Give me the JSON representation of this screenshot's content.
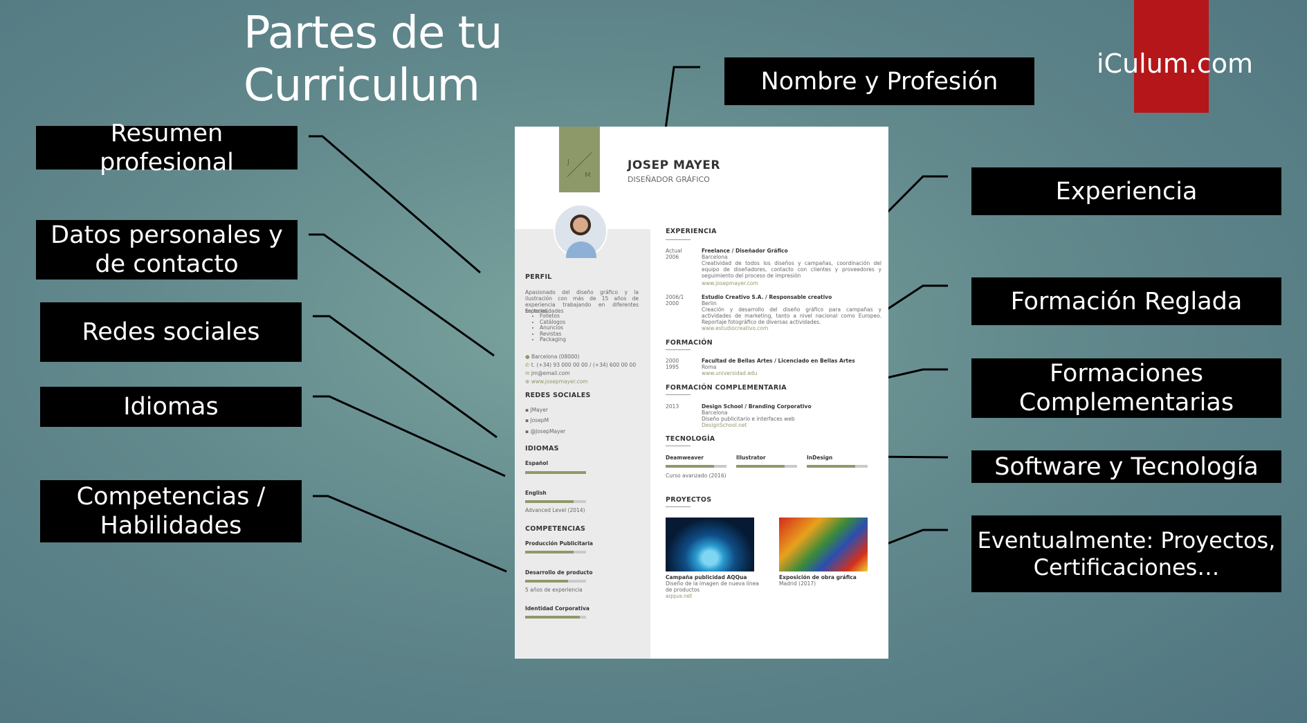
{
  "slide": {
    "title_line1": "Partes de tu",
    "title_line2": "Curriculum",
    "brand": "iCulum.com",
    "colors": {
      "label_bg": "#000000",
      "brand_tab": "#b5161a",
      "cv_accent": "#8e9969"
    }
  },
  "labels": {
    "nombre": "Nombre y Profesión",
    "resumen": "Resumen profesional",
    "datos_l1": "Datos personales y",
    "datos_l2": "de contacto",
    "redes": "Redes sociales",
    "idiomas": "Idiomas",
    "competencias_l1": "Competencias /",
    "competencias_l2": "Habilidades",
    "experiencia": "Experiencia",
    "formacion": "Formación Reglada",
    "complementarias_l1": "Formaciones",
    "complementarias_l2": "Complementarias",
    "software": "Software y Tecnología",
    "proyectos_l1": "Eventualmente: Proyectos,",
    "proyectos_l2": "Certificaciones…"
  },
  "cv": {
    "mono_j": "J",
    "mono_m": "M",
    "name": "JOSEP MAYER",
    "role": "DISEÑADOR GRÁFICO",
    "perfil": {
      "heading": "PERFIL",
      "text": "Apasionado del diseño gráfico y la ilustración con más de 15 años de experiencia trabajando en diferentes sectores.",
      "esp": "Especialidades",
      "items": [
        "Folletos",
        "Catálogos",
        "Anuncios",
        "Revistas",
        "Packaging"
      ]
    },
    "contact": {
      "city": "Barcelona (08000)",
      "phone": "t. (+34) 93 000 00 00 / (+34) 600 00 00",
      "email": "jm@email.com",
      "web": "www.josepmayer.com"
    },
    "redes": {
      "heading": "REDES SOCIALES",
      "items": [
        "JMayer",
        "JosepM",
        "@JosepMayer"
      ]
    },
    "idiomas": {
      "heading": "IDIOMAS",
      "lang1": "Español",
      "lang1_level": 1.0,
      "lang2": "English",
      "lang2_level": 0.8,
      "lang2_note": "Advanced Level (2014)"
    },
    "competencias": {
      "heading": "COMPETENCIAS",
      "c1": "Producción Publicitaria",
      "c1_level": 0.8,
      "c2": "Desarrollo de producto",
      "c2_level": 0.7,
      "c2_note": "5 años de experiencia",
      "c3": "Identidad Corporativa",
      "c3_level": 0.9
    },
    "experiencia": {
      "heading": "EXPERIENCIA",
      "e1_date1": "Actual",
      "e1_date2": "2006",
      "e1_title": "Freelance / Diseñador Gráfico",
      "e1_city": "Barcelona",
      "e1_desc": "Creatividad de todos los diseños y campañas, coordinación del equipo de diseñadores, contacto con clientes y proveedores y seguimiento del proceso de impresión",
      "e1_link": "www.josepmayer.com",
      "e2_date1": "2006/1",
      "e2_date2": "2000",
      "e2_title": "Estudio Creativo S.A. / Responsable creativo",
      "e2_city": "Berlin",
      "e2_desc": "Creación y desarrollo del diseño gráfico para campañas y actividades de marketing, tanto a nivel nacional como Europeo. Reportaje fotográfico de diversas actividades.",
      "e2_link": "www.estudiocreativo.com"
    },
    "formacion": {
      "heading": "FORMACIÓN",
      "date1": "2000",
      "date2": "1995",
      "title": "Facultad de Bellas Artes / Licenciado en Bellas Artes",
      "city": "Roma",
      "link": "www.universidad.edu"
    },
    "complementaria": {
      "heading": "FORMACIÓN COMPLEMENTARIA",
      "date": "2013",
      "title": "Design School / Branding Corporativo",
      "city": "Barcelona",
      "desc": "Diseño publicitario e interfaces web",
      "link": "DesignSchool.net"
    },
    "tecnologia": {
      "heading": "TECNOLOGÍA",
      "t1": "Deamweaver",
      "t1_level": 0.8,
      "t1_note": "Curso avanzado (2016)",
      "t2": "Illustrator",
      "t2_level": 0.8,
      "t3": "InDesign",
      "t3_level": 0.8
    },
    "proyectos": {
      "heading": "PROYECTOS",
      "p1_title": "Campaña publicidad AQQua",
      "p1_desc": "Diseño de la imagen de nueva línea de productos",
      "p1_link": "aqqua.net",
      "p2_title": "Exposición de obra gráfica",
      "p2_desc": "Madrid (2017)"
    }
  }
}
